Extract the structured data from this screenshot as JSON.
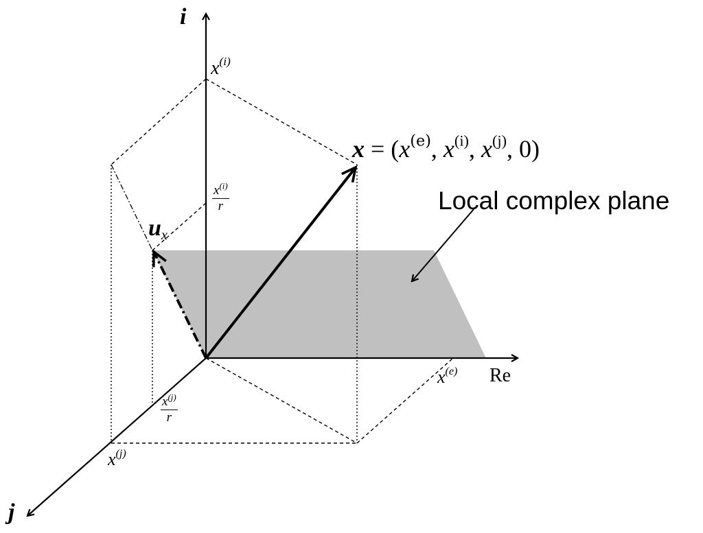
{
  "axes": {
    "i_label": "i",
    "j_label": "j",
    "re_label": "Re"
  },
  "points": {
    "xi": {
      "base": "x",
      "sup": "(i)"
    },
    "xj": {
      "base": "x",
      "sup": "(j)"
    },
    "xe": {
      "base": "x",
      "sup": "(e)"
    }
  },
  "fractions": {
    "xi_over_r": {
      "num_base": "x",
      "num_sup": "(i)",
      "den": "r"
    },
    "xj_over_r": {
      "num_base": "x",
      "num_sup": "(j)",
      "den": "r"
    }
  },
  "vectors": {
    "x_label": "x",
    "x_equation": {
      "eq": " = (",
      "p1": "x",
      "s1": "(e)",
      "c1": ", ",
      "p2": "x",
      "s2": "(i)",
      "c2": ", ",
      "p3": "x",
      "s3": "(j)",
      "tail": ", 0)"
    },
    "u_label": "u",
    "u_sub": "x"
  },
  "annotation": {
    "text": "Local complex plane"
  },
  "colors": {
    "plane_fill": "#c0c0c0",
    "line": "#000000"
  }
}
